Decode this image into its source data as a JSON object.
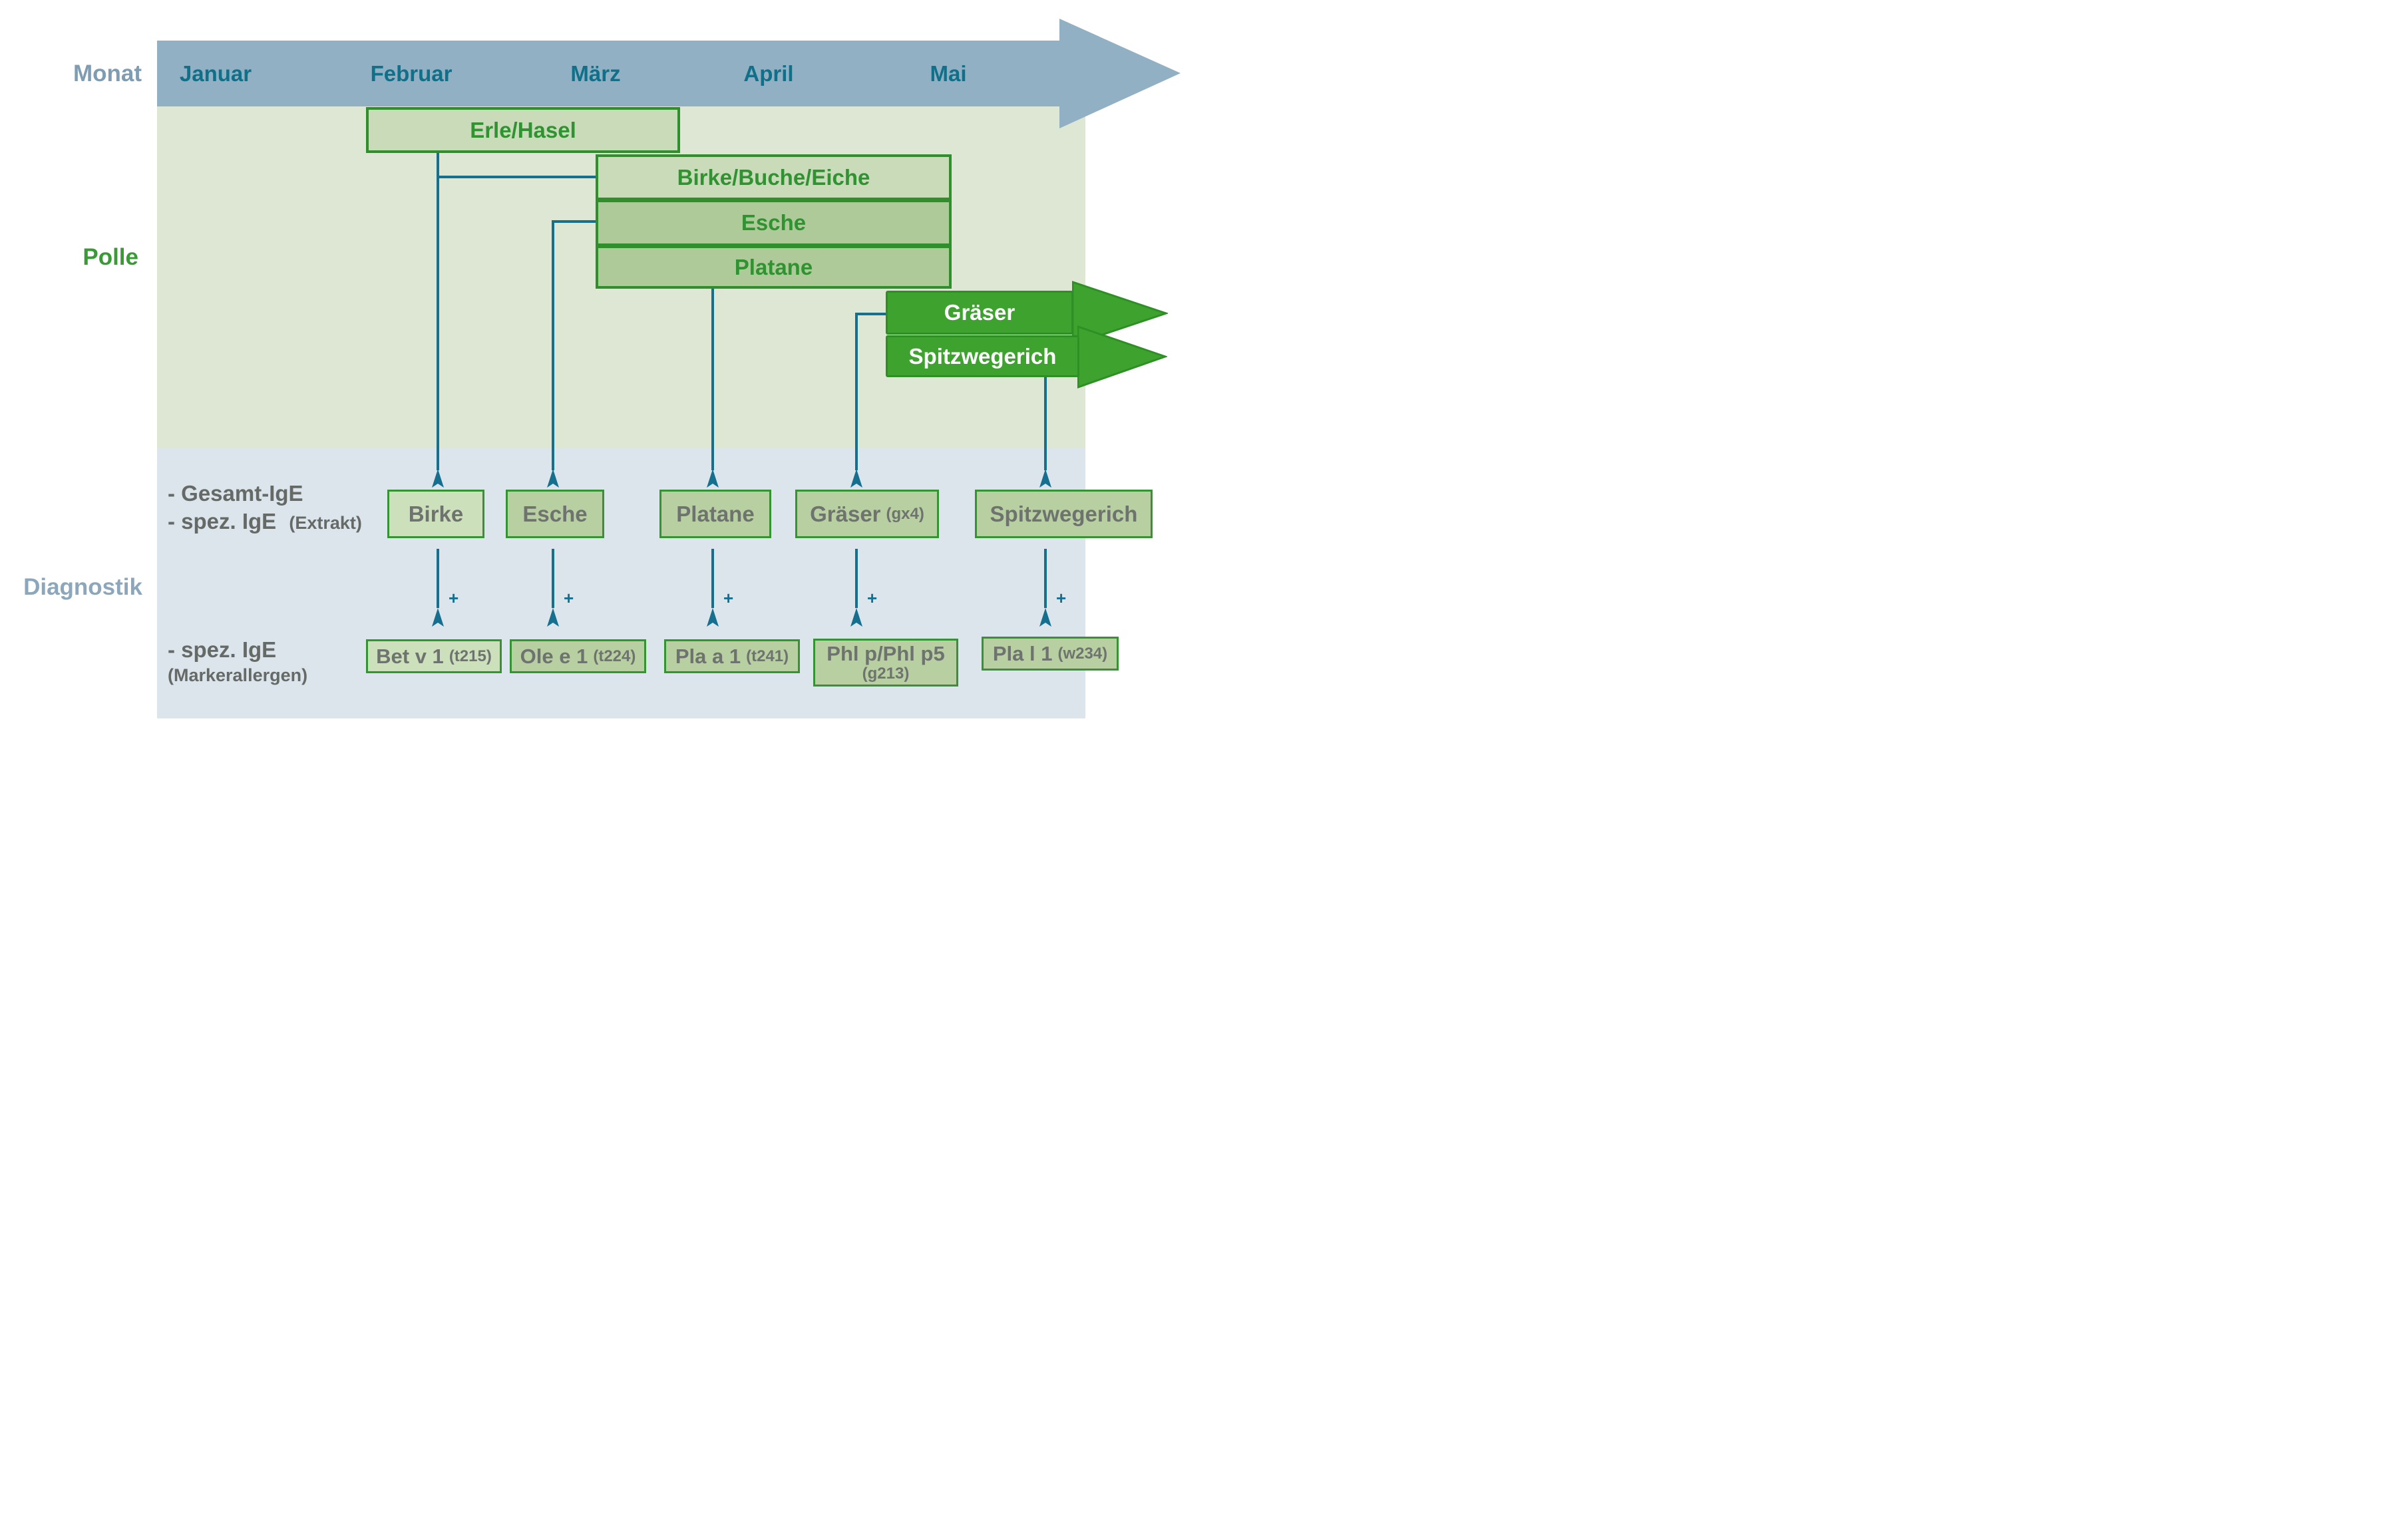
{
  "section_labels": {
    "monat": "Monat",
    "polle": "Polle",
    "diagnostik": "Diagnostik"
  },
  "months": [
    "Januar",
    "Februar",
    "März",
    "April",
    "Mai"
  ],
  "pollen": {
    "bars": [
      {
        "name": "Erle/Hasel"
      },
      {
        "name": "Birke/Buche/Eiche"
      },
      {
        "name": "Esche"
      },
      {
        "name": "Platane"
      }
    ],
    "arrows": [
      {
        "name": "Gräser"
      },
      {
        "name": "Spitzwegerich"
      }
    ]
  },
  "diagnostics": {
    "row1_labels": {
      "line1": "- Gesamt-IgE",
      "line2": "- spez. IgE",
      "line2_note": "(Extrakt)"
    },
    "extract_boxes": [
      {
        "name": "Birke",
        "code": ""
      },
      {
        "name": "Esche",
        "code": ""
      },
      {
        "name": "Platane",
        "code": ""
      },
      {
        "name": "Gräser",
        "code": "(gx4)"
      },
      {
        "name": "Spitzwegerich",
        "code": ""
      }
    ],
    "plus_sign": "+",
    "row2_labels": {
      "line1": "- spez. IgE",
      "line2": "(Markerallergen)"
    },
    "marker_boxes": [
      {
        "name": "Bet v 1",
        "code": "(t215)"
      },
      {
        "name": "Ole e 1",
        "code": "(t224)"
      },
      {
        "name": "Pla a 1",
        "code": "(t241)"
      },
      {
        "name": "Phl p/Phl p5",
        "code": "(g213)"
      },
      {
        "name": "Pla l 1",
        "code": "(w234)"
      }
    ]
  },
  "colors": {
    "month_band": "#92b0c3",
    "month_text": "#0f7089",
    "monat_label": "#7f9db2",
    "polle_label": "#3a9b36",
    "diagnostik_label": "#8ca7bc",
    "panel_green": "#dde7d3",
    "panel_blue": "#dce4ec",
    "bar_fill_light": "#c9dbb9",
    "bar_fill_mid": "#aeca98",
    "bar_border": "#2f8f2b",
    "bar_text": "#2f9331",
    "season_arrow_fill": "#3da32e",
    "season_arrow_border": "#2e8f25",
    "connector_teal": "#156f8e",
    "diag_box_fill_light": "#cde0bc",
    "diag_box_fill_mid": "#b7cfa1",
    "diag_box_border": "#339431",
    "diag_text_gray": "#6f7370"
  }
}
